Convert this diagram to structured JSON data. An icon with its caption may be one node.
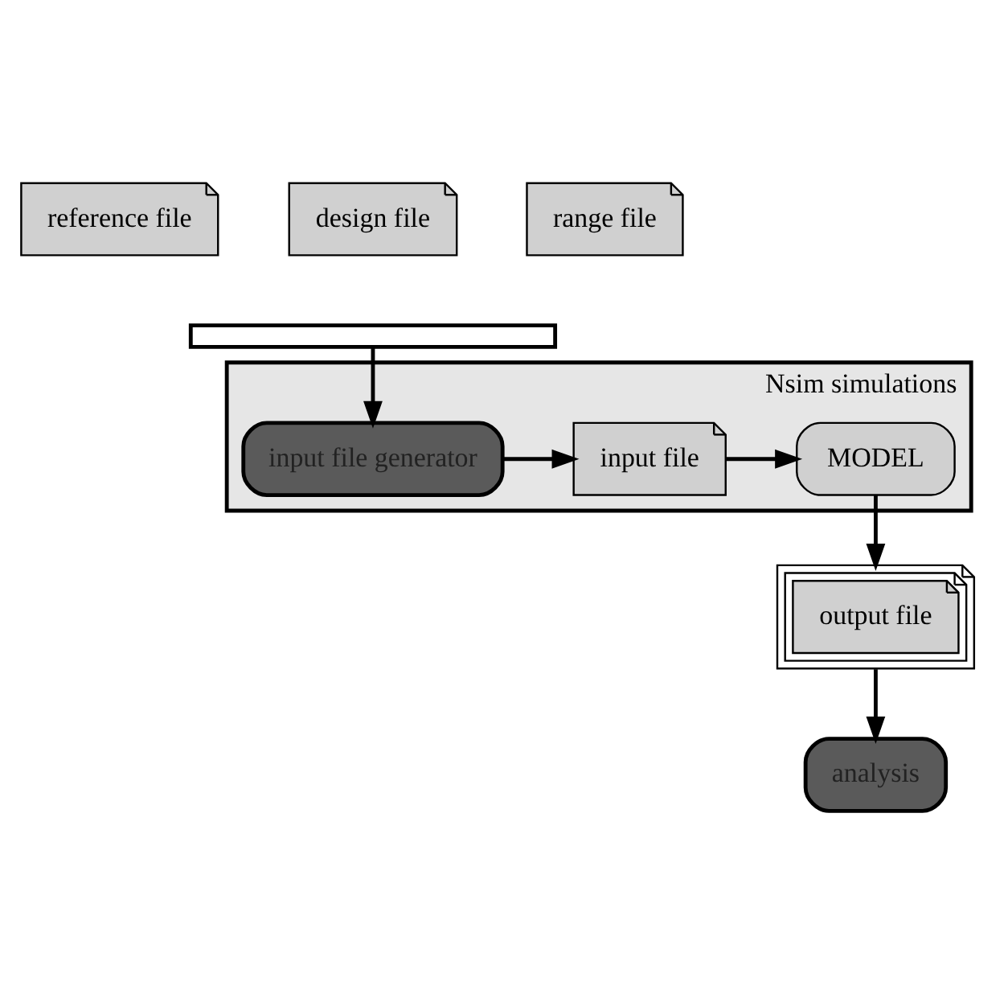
{
  "diagram": {
    "nodes": [
      {
        "text": [
          "reference file"
        ]
      },
      {
        "text": [
          "design file"
        ]
      },
      {
        "text": [
          "range file"
        ]
      },
      {
        "text": [],
        "shape": "box"
      },
      {
        "text": [
          "Nsim simulations"
        ]
      },
      {
        "text": [
          "input file generator"
        ],
        "in": 4
      },
      {
        "text": [
          "input file"
        ],
        "in": 4
      },
      {
        "text": [
          "MODEL"
        ],
        "in": 4
      },
      {
        "text": [
          "output file"
        ]
      },
      {
        "text": [
          "analysis"
        ]
      }
    ],
    "edges": [
      {
        "from": 3,
        "to": 5,
        "arrow": "to"
      },
      {
        "from": 5,
        "to": 6,
        "arrow": "to"
      },
      {
        "from": 6,
        "to": 7,
        "arrow": "to"
      },
      {
        "from": 7,
        "to": 8,
        "arrow": "to"
      },
      {
        "from": 8,
        "to": 9,
        "arrow": "to"
      }
    ]
  }
}
